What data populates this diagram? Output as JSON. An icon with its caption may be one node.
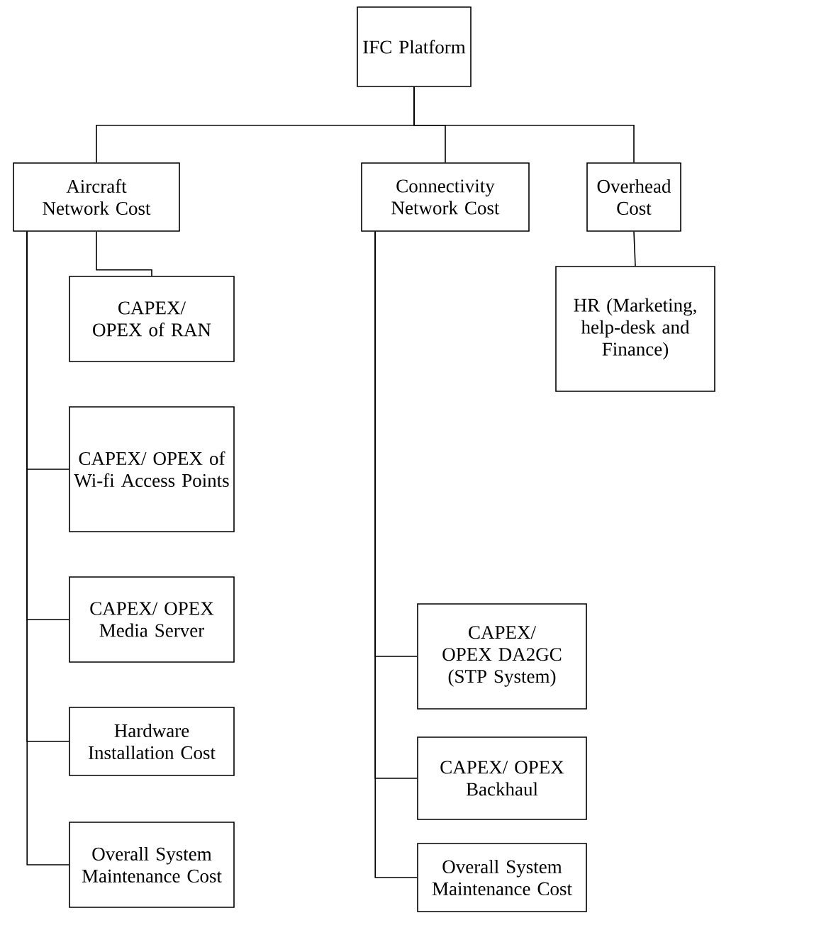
{
  "diagram": {
    "nodes": [
      {
        "text": [
          "IFC Platform"
        ]
      },
      {
        "text": [
          "Aircraft Network Cost"
        ]
      },
      {
        "text": [
          "Connectivity Network Cost"
        ]
      },
      {
        "text": [
          "Overhead Cost"
        ]
      },
      {
        "text": [
          "CAPEX/ OPEX of RAN"
        ]
      },
      {
        "text": [
          "CAPEX/ OPEX of Wi-fi Access Points"
        ]
      },
      {
        "text": [
          "CAPEX/ OPEX Media Server"
        ]
      },
      {
        "text": [
          "Hardware Installation Cost"
        ]
      },
      {
        "text": [
          "Overall System Maintenance Cost"
        ]
      },
      {
        "text": [
          "HR (Marketing, help-desk and Finance)"
        ]
      },
      {
        "text": [
          "CAPEX/ OPEX DA2GC (STP System)"
        ]
      },
      {
        "text": [
          "CAPEX/ OPEX Backhaul"
        ]
      },
      {
        "text": [
          "Overall System Maintenance Cost"
        ]
      }
    ],
    "edges": [
      {
        "from": 0,
        "to": 1,
        "arrow": "none"
      },
      {
        "from": 0,
        "to": 2,
        "arrow": "none"
      },
      {
        "from": 0,
        "to": 3,
        "arrow": "none"
      },
      {
        "from": 1,
        "to": 4,
        "arrow": "none"
      },
      {
        "from": 1,
        "to": 5,
        "arrow": "none"
      },
      {
        "from": 1,
        "to": 6,
        "arrow": "none"
      },
      {
        "from": 1,
        "to": 7,
        "arrow": "none"
      },
      {
        "from": 1,
        "to": 8,
        "arrow": "none"
      },
      {
        "from": 3,
        "to": 9,
        "arrow": "none"
      },
      {
        "from": 2,
        "to": 10,
        "arrow": "none"
      },
      {
        "from": 2,
        "to": 11,
        "arrow": "none"
      },
      {
        "from": 2,
        "to": 12,
        "arrow": "none"
      }
    ]
  }
}
